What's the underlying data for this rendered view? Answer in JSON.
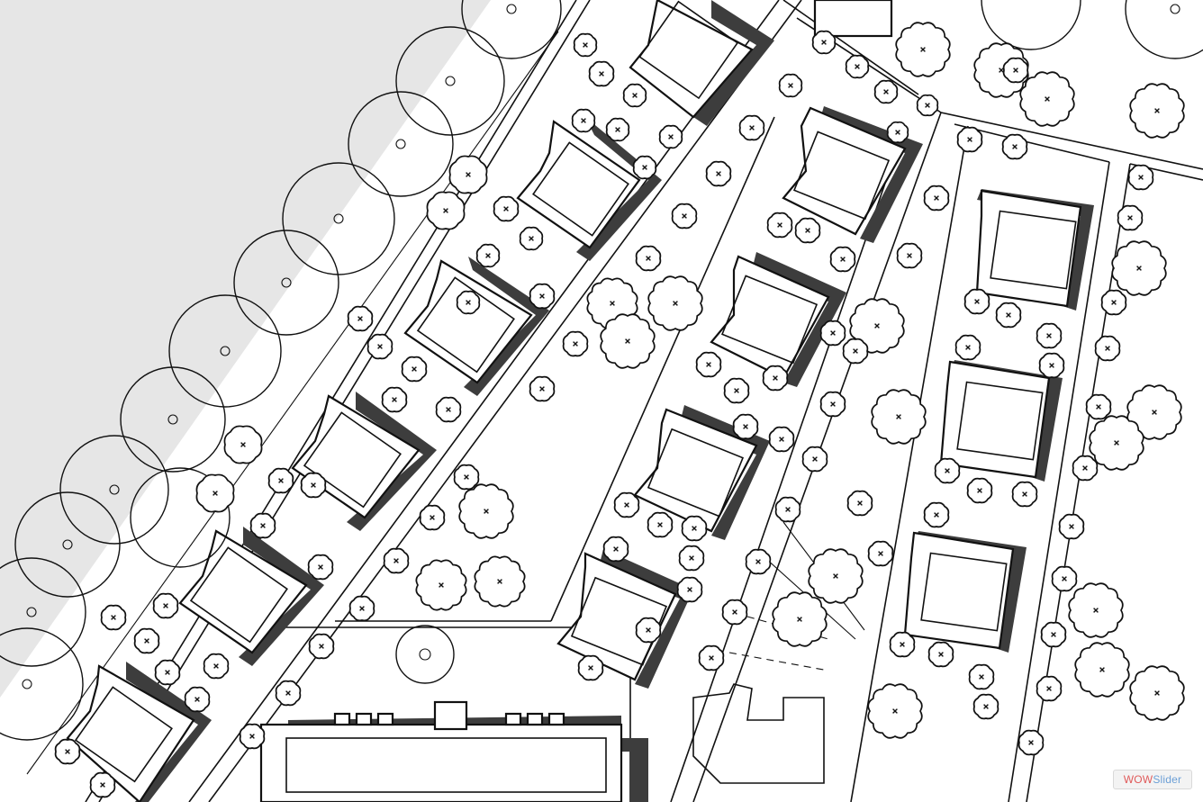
{
  "plan": {
    "description_type": "site-plan",
    "colors": {
      "water": "#e6e6e6",
      "paper": "#ffffff",
      "ink": "#111111",
      "shadow": "#3d3d3d"
    }
  },
  "watermark": {
    "part1": "WOW",
    "part2": "Slider"
  }
}
